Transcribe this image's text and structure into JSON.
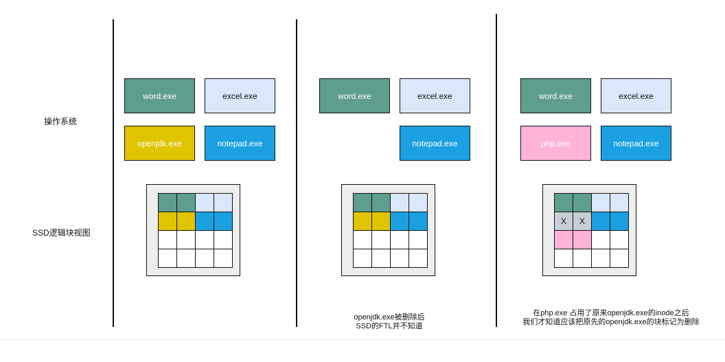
{
  "labels": {
    "os": "操作系统",
    "ssd": "SSD逻辑块视图"
  },
  "colors": {
    "word": "#5e9e8f",
    "excel": "#dae8fc",
    "openjdk": "#e1c400",
    "notepad": "#1ba1e2",
    "php": "#ffb3d9",
    "deleted_marked": "#c9ced6"
  },
  "panels": [
    {
      "files": {
        "word": "word.exe",
        "excel": "excel.exe",
        "openjdk": "openjdk.exe",
        "notepad": "notepad.exe"
      },
      "grid": [
        [
          "g",
          "g",
          "l",
          "l"
        ],
        [
          "y",
          "y",
          "b",
          "b"
        ],
        [
          "w",
          "w",
          "w",
          "w"
        ],
        [
          "w",
          "w",
          "w",
          "w"
        ]
      ],
      "caption": [
        "",
        ""
      ]
    },
    {
      "files": {
        "word": "word.exe",
        "excel": "excel.exe",
        "notepad": "notepad.exe"
      },
      "grid": [
        [
          "g",
          "g",
          "l",
          "l"
        ],
        [
          "y",
          "y",
          "b",
          "b"
        ],
        [
          "w",
          "w",
          "w",
          "w"
        ],
        [
          "w",
          "w",
          "w",
          "w"
        ]
      ],
      "caption": [
        "openjdk.exe被删除后",
        "SSD的FTL并不知道"
      ]
    },
    {
      "files": {
        "word": "word.exe",
        "excel": "excel.exe",
        "php": "php.exe",
        "notepad": "notepad.exe"
      },
      "grid": [
        [
          "g",
          "g",
          "l",
          "l"
        ],
        [
          "x",
          "x",
          "b",
          "b"
        ],
        [
          "p",
          "p",
          "w",
          "w"
        ],
        [
          "w",
          "w",
          "w",
          "w"
        ]
      ],
      "mark": "X",
      "caption": [
        "在php.exe 占用了原来openjdk.exe的inode之后",
        "我们才知道应该把原先的openjdk.exe的块标记为删除"
      ]
    }
  ]
}
